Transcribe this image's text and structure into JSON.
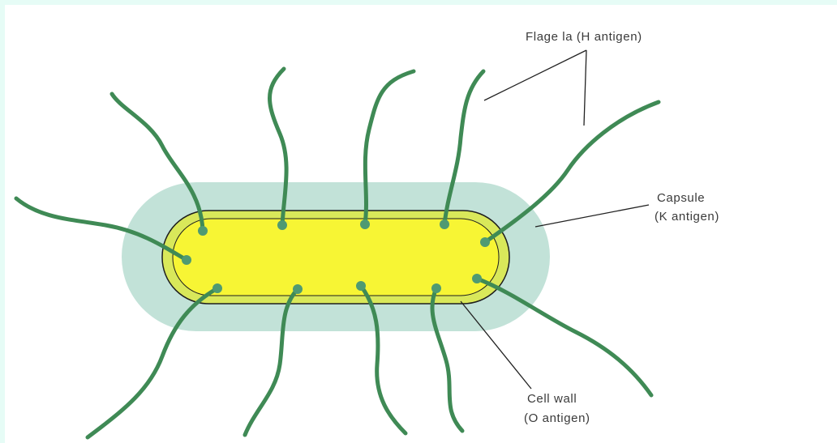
{
  "diagram": {
    "labels": {
      "flagella": "Flage la (H antigen)",
      "capsule_line1": "Capsule",
      "capsule_line2": "(K antigen)",
      "cellwall_line1": "Cell wall",
      "cellwall_line2": "(O antigen)"
    },
    "colors": {
      "background": "#e6fcf6",
      "panel": "#ffffff",
      "capsule": "#c2e2d8",
      "cell_wall": "#d9e85a",
      "cytoplasm": "#f7f534",
      "flagella": "#3f8a55",
      "insertion_dot": "#4f9a72"
    }
  }
}
